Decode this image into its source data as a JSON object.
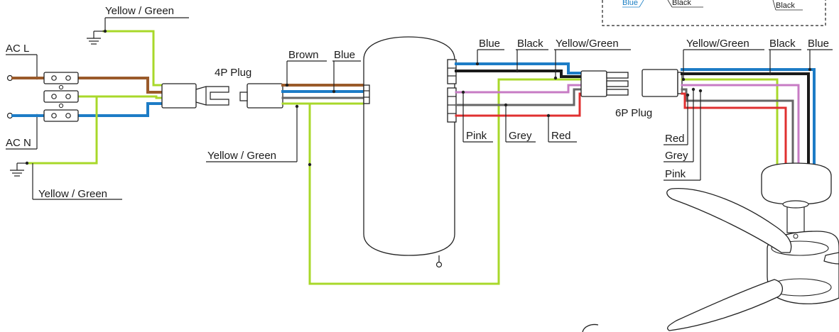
{
  "labels": {
    "yg_top": "Yellow / Green",
    "ac_l": "AC L",
    "ac_n": "AC N",
    "yg_left_bottom": "Yellow / Green",
    "plug_4p": "4P Plug",
    "brown": "Brown",
    "blue_mid": "Blue",
    "yg_mid": "Yellow / Green",
    "blue_right": "Blue",
    "black_right": "Black",
    "yg_right": "Yellow/Green",
    "pink": "Pink",
    "grey": "Grey",
    "red": "Red",
    "plug_6p": "6P Plug",
    "fan_yg": "Yellow/Green",
    "fan_black": "Black",
    "fan_blue": "Blue",
    "fan_red": "Red",
    "fan_grey": "Grey",
    "fan_pink": "Pink",
    "legend_blue": "Blue",
    "legend_black1": "Black",
    "legend_black2": "Black"
  },
  "colors": {
    "brown": "#9a5a2a",
    "blue": "#1d7cc6",
    "yellow_green": "#a8d82a",
    "black": "#1a1a1a",
    "pink": "#c77bc4",
    "grey": "#666666",
    "red": "#e03030"
  }
}
